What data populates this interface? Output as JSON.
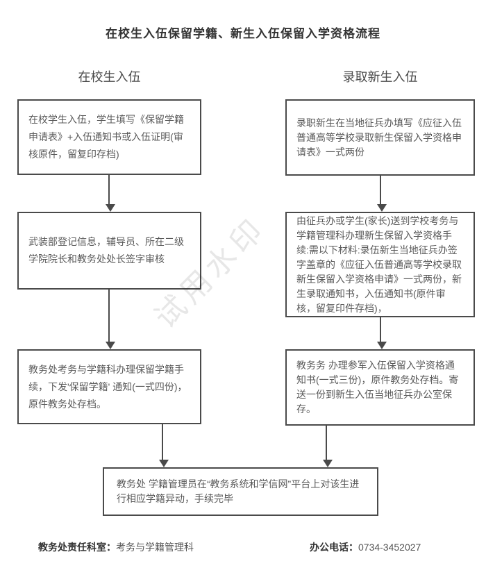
{
  "title": "在校生入伍保留学籍、新生入伍保留入学资格流程",
  "columns": {
    "left": {
      "header": "在校生入伍",
      "boxes": [
        {
          "text": "在校学生入伍，学生填写《保留学籍申请表》+入伍通知书或入伍证明(审核原件，留复印存档)"
        },
        {
          "text": "武装部登记信息，辅导员、所在二级学院院长和教务处处长签字审核"
        },
        {
          "text": "教务处考务与学籍科办理保留学籍手续，下发'保留学籍' 通知(一式四份)，原件教务处存档。"
        }
      ]
    },
    "right": {
      "header": "录取新生入伍",
      "boxes": [
        {
          "text": "录职新生在当地征兵办填写《应征入伍普通高等学校录取新生保留入学资格申请表》一式两份"
        },
        {
          "text": "由征兵办或学生(家长)送到学校考务与学籍管理科办理新生保留入学资格手续:需以下材料:录伍新生当地征兵办签字盖章的《应征入伍普通高等学校录取新生保留入学资格申请》一式两份，新生录取通知书，入伍通知书(原件审核，留复印件存档)，"
        }
      ]
    }
  },
  "right_box3": "教务务 办理参军入伍保留入学资格通知书(一式三份)，原件教务处存档。寄送一份到新生入伍当地征兵办公室保存。",
  "merged_box": "教务处 学籍管理员在“教务系统和学信网”平台上对该生进行相应学籍异动，手续完毕",
  "footer": {
    "dept_label": "教务处责任科室：",
    "dept_value": "考务与学籍管理科",
    "phone_label": "办公电话：",
    "phone_value": "0734-3452027"
  },
  "watermark": "试用水印",
  "colors": {
    "border": "#4a4a4a",
    "text": "#595959",
    "title": "#333333"
  }
}
